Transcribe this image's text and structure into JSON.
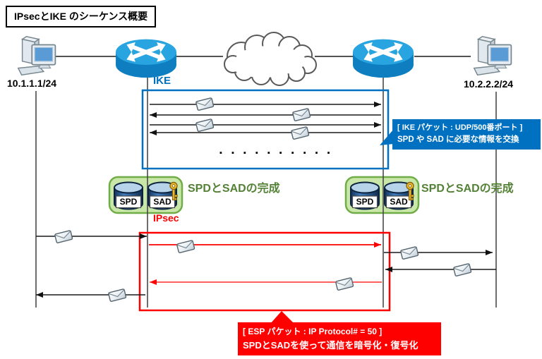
{
  "title": "IPsecとIKE のシーケンス概要",
  "hosts": {
    "left_ip": "10.1.1.1/24",
    "right_ip": "10.2.2.2/24"
  },
  "ike": {
    "label": "IKE",
    "dots": "▪ ▪ ▪ ▪ ▪ ▪ ▪ ▪ ▪ ▪",
    "callout": {
      "line1": "[ IKE パケット : UDP/500番ポート ]",
      "line2": "SPD や SAD に必要な情報を交換"
    }
  },
  "databases": {
    "spd": "SPD",
    "sad": "SAD",
    "left_caption": "SPDとSADの完成",
    "right_caption": "SPDとSADの完成"
  },
  "ipsec": {
    "label": "IPsec",
    "callout": {
      "line1": "[ ESP パケット : IP Protocol# = 50 ]",
      "line2": "SPDとSADを使って通信を暗号化・復号化"
    }
  },
  "colors": {
    "accent_blue": "#0070C0",
    "accent_red": "#FF0000",
    "caption_green": "#538135",
    "db_group_fill": "#C9E7A9",
    "db_group_border": "#70AD47",
    "router_blue": "#28A4E0"
  }
}
